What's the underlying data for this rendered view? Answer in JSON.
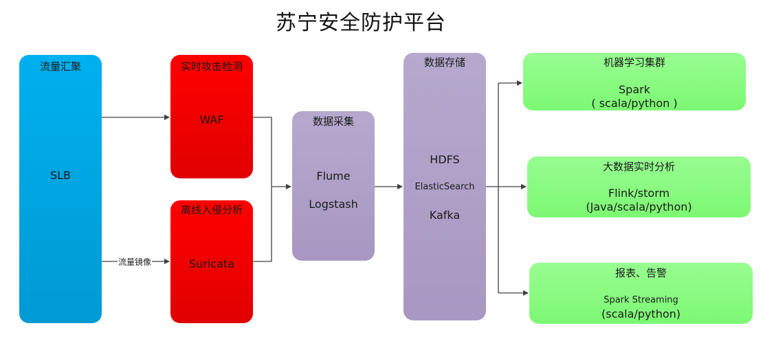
{
  "title": "苏宁安全防护平台",
  "nodes": {
    "aggregation": {
      "header": "流量汇聚",
      "lines": [
        "SLB"
      ],
      "color": "#00aaea"
    },
    "realtime_detect": {
      "header": "实时攻击检测",
      "lines": [
        "WAF"
      ],
      "color": "#ff0000"
    },
    "offline_analysis": {
      "header": "离线入侵分析",
      "lines": [
        "Suricata"
      ],
      "color": "#ff0000"
    },
    "collection": {
      "header": "数据采集",
      "lines": [
        "Flume",
        "Logstash"
      ],
      "color": "#b0a2ca"
    },
    "storage": {
      "header": "数据存储",
      "lines": [
        "HDFS",
        "ElasticSearch",
        "Kafka"
      ],
      "color": "#b0a2ca"
    },
    "ml_cluster": {
      "header": "机器学习集群",
      "lines": [
        "Spark",
        "( scala/python )"
      ],
      "color": "#8cfb84"
    },
    "bigdata_realtime": {
      "header": "大数据实时分析",
      "lines": [
        "Flink/storm",
        "(Java/scala/python)"
      ],
      "color": "#8cfb84"
    },
    "reports_alerts": {
      "header": "报表、告警",
      "lines": [
        "Spark Streaming",
        "(scala/python)"
      ],
      "color": "#8cfb84"
    }
  },
  "edges": [
    {
      "from": "aggregation",
      "to": "realtime_detect",
      "label": ""
    },
    {
      "from": "aggregation",
      "to": "offline_analysis",
      "label": "流量镜像"
    },
    {
      "from": "realtime_detect",
      "to": "collection",
      "label": ""
    },
    {
      "from": "offline_analysis",
      "to": "collection",
      "label": ""
    },
    {
      "from": "collection",
      "to": "storage",
      "label": ""
    },
    {
      "from": "storage",
      "to": "ml_cluster",
      "label": ""
    },
    {
      "from": "storage",
      "to": "bigdata_realtime",
      "label": ""
    },
    {
      "from": "storage",
      "to": "reports_alerts",
      "label": ""
    }
  ]
}
